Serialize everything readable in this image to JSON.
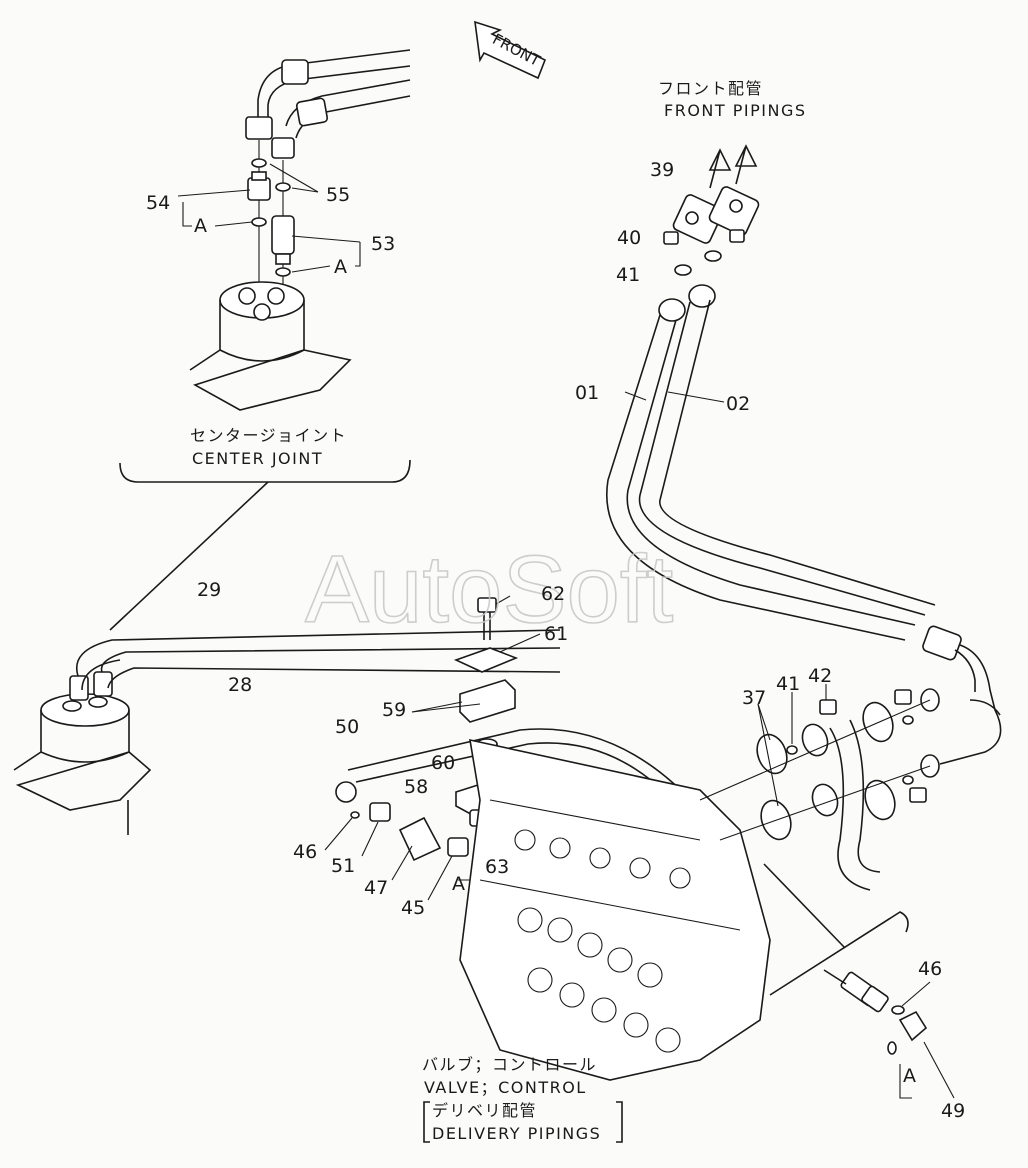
{
  "diagram": {
    "direction_label": "FRONT",
    "watermark": "AutoSoft",
    "sections": {
      "front_pipings": {
        "jp": "フロント配管",
        "en": "FRONT PIPINGS"
      },
      "center_joint": {
        "jp": "センタージョイント",
        "en": "CENTER JOINT"
      },
      "valve_control": {
        "jp": "バルブ；コントロール",
        "en": "VALVE；CONTROL"
      },
      "delivery_pipings": {
        "jp": "デリベリ配管",
        "en": "DELIVERY PIPINGS"
      }
    },
    "callouts": {
      "p54": "54",
      "p55": "55",
      "p53": "53",
      "pA1": "A",
      "pA2": "A",
      "p39": "39",
      "p40": "40",
      "p41a": "41",
      "p01": "01",
      "p02": "02",
      "p29": "29",
      "p28": "28",
      "p62": "62",
      "p61": "61",
      "p59": "59",
      "p50": "50",
      "p60": "60",
      "p58": "58",
      "p37": "37",
      "p41b": "41",
      "p42": "42",
      "p46a": "46",
      "p51": "51",
      "p47": "47",
      "p45": "45",
      "pA3": "A",
      "p63": "63",
      "p46b": "46",
      "pA4": "A",
      "p49": "49"
    }
  }
}
